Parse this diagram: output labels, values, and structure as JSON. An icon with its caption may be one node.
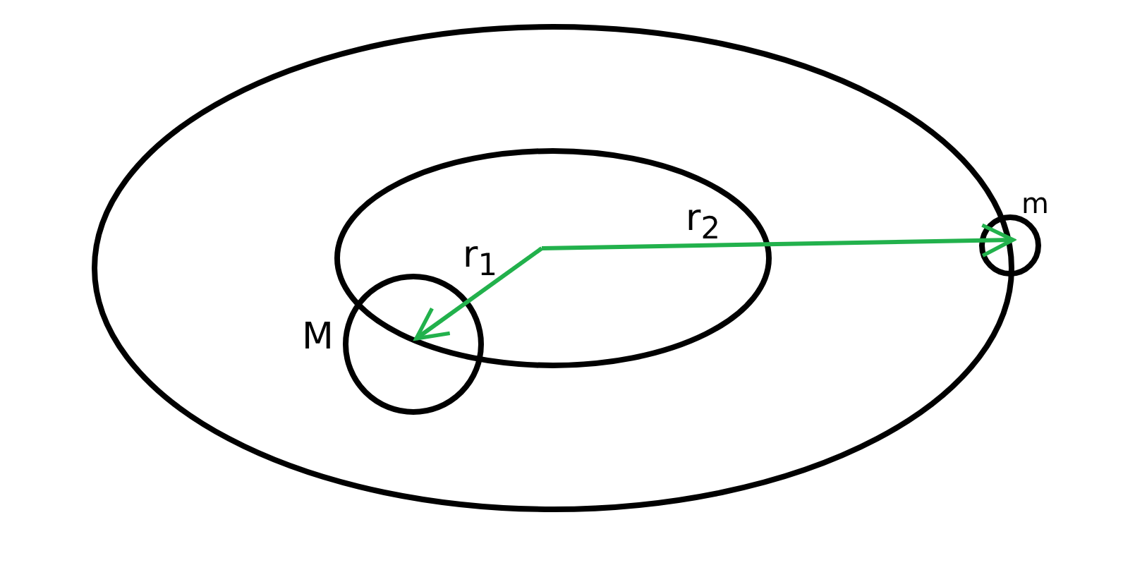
{
  "diagram": {
    "nodes": [
      {
        "text": [],
        "shape": "ellipse"
      },
      {
        "text": [],
        "shape": "ellipse",
        "in": 0
      },
      {
        "text": [],
        "shape": "circle",
        "beside": [
          "M"
        ],
        "in": 0
      },
      {
        "text": [],
        "shape": "circle",
        "beside": [
          "m"
        ]
      }
    ],
    "edges": [
      {
        "from": 1,
        "to": 2,
        "arrow": "to",
        "label": "r$_{1}$",
        "color": "#22b14c"
      },
      {
        "from": 1,
        "to": 3,
        "arrow": "to",
        "label": "r$_{2}$",
        "color": "#22b14c"
      }
    ]
  }
}
